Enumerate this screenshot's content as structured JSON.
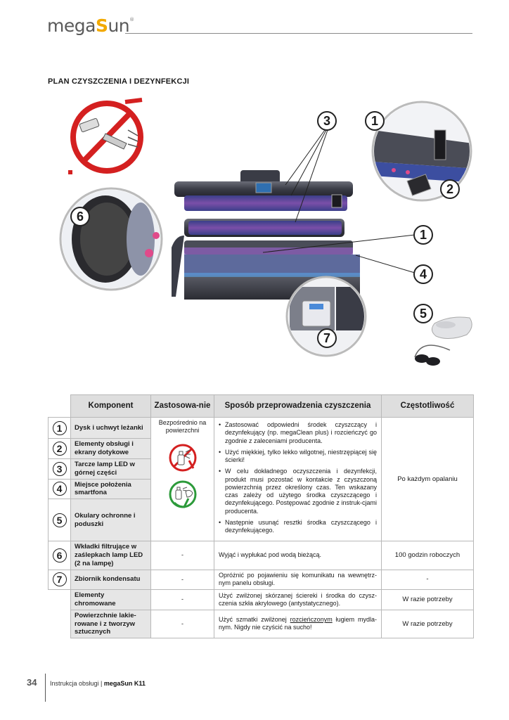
{
  "header": {
    "logo_prefix": "mega",
    "logo_accent": "S",
    "logo_suffix": "un",
    "logo_reg": "®"
  },
  "section_title": "PLAN CZYSZCZENIA I DEZYNFEKCJI",
  "callouts": [
    "3",
    "1",
    "2",
    "6",
    "1",
    "4",
    "5",
    "7"
  ],
  "table": {
    "headers": {
      "komponent": "Komponent",
      "zastosowanie": "Zastosowa-nie",
      "sposob": "Sposób przeprowadzenia czyszczenia",
      "czestotliwosc": "Częstotliwość"
    },
    "rows": [
      {
        "num": "1",
        "komponent": "Dysk i uchwyt leżanki"
      },
      {
        "num": "2",
        "komponent": "Elementy obsługi i ekrany dotykowe"
      },
      {
        "num": "3",
        "komponent": "Tarcze lamp LED w górnej części"
      },
      {
        "num": "4",
        "komponent": "Miejsce położenia smartfona"
      },
      {
        "num": "5",
        "komponent": "Okulary ochronne i poduszki"
      },
      {
        "num": "6",
        "komponent": "Wkładki filtrujące w zaślepkach lamp LED (2 na lampę)",
        "zastosowanie": "-",
        "sposob": "Wyjąć i wypłukać pod wodą bieżącą.",
        "czestotliwosc": "100 godzin roboczych"
      },
      {
        "num": "7",
        "komponent": "Zbiornik kondensatu",
        "zastosowanie": "-",
        "sposob": "Opróżnić po pojawieniu się komunikatu na wewnętrz-nym panelu obsługi.",
        "czestotliwosc": "-"
      },
      {
        "num": "",
        "komponent": "Elementy chromowane",
        "zastosowanie": "-",
        "sposob": "Użyć zwilżonej skórzanej ściereki i środka do czysz-czenia szkła akrylowego (antystatycznego).",
        "czestotliwosc": "W razie potrzeby"
      },
      {
        "num": "",
        "komponent": "Powierzchnie lakie-rowane i z tworzyw sztucznych",
        "zastosowanie": "-",
        "sposob_pre": "Użyć szmatki zwilżonej ",
        "sposob_u": "rozcieńczonym",
        "sposob_post": " ługiem mydla-nym. Nigdy nie czyścić na sucho!",
        "czestotliwosc": "W razie potrzeby"
      }
    ],
    "group": {
      "zastosowanie": "Bezpośrednio na powierzchni",
      "bullets": [
        "Zastosować odpowiedni środek czyszczący i dezynfekujący (np. megaClean plus) i rozcieńczyć go zgodnie z zaleceniami producenta.",
        "Użyć miękkiej, tylko lekko wilgotnej, niestrzępiącej się ścierki!",
        "W celu dokładnego oczyszczenia i dezynfekcji, produkt musi pozostać w kontakcie z czyszczoną powierzchnią przez określony czas. Ten wskazany czas zależy od użytego środka czyszczącego i dezynfekującego. Postępować zgodnie z instruk-cjami producenta.",
        "Następnie usunąć resztki środka czyszczącego i dezynfekującego."
      ],
      "czestotliwosc": "Po każdym opalaniu"
    }
  },
  "footer": {
    "page_number": "34",
    "text": "Instrukcja obsługi | ",
    "product": "megaSun K11"
  },
  "colors": {
    "accent": "#f2a900",
    "prohibited": "#d42020",
    "allowed": "#2c9a3a",
    "table_header": "#dedede",
    "led_glow": "#d94a7a"
  }
}
